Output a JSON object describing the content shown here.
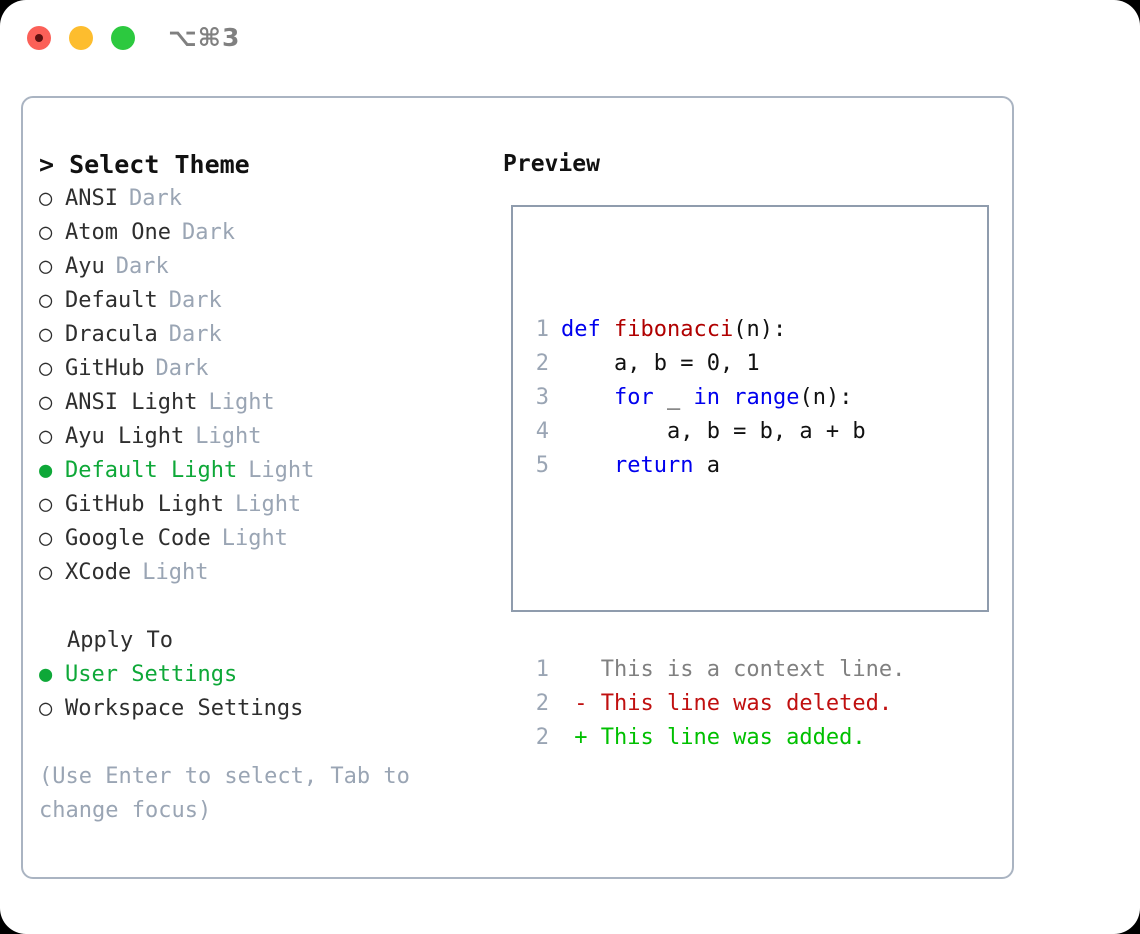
{
  "titlebar": {
    "shortcut": "⌥⌘3",
    "buttons": [
      "close",
      "minimize",
      "maximize"
    ],
    "colors": {
      "red": "#fb6058",
      "yellow": "#fdbd2e",
      "green": "#2cc93f"
    }
  },
  "colors": {
    "accent_green": "#0ea838",
    "muted": "#9aa5b4",
    "text": "#2e2e2e",
    "border": "#aab4c2",
    "keyword": "#0000ee",
    "function": "#b00000",
    "diff_add": "#00c000",
    "diff_del": "#c01010",
    "diff_ctx": "#808080"
  },
  "theme_list": {
    "header": "> Select Theme",
    "items": [
      {
        "marker": "○",
        "name": "ANSI",
        "tag": "Dark",
        "selected": false
      },
      {
        "marker": "○",
        "name": "Atom One",
        "tag": "Dark",
        "selected": false
      },
      {
        "marker": "○",
        "name": "Ayu",
        "tag": "Dark",
        "selected": false
      },
      {
        "marker": "○",
        "name": "Default",
        "tag": "Dark",
        "selected": false
      },
      {
        "marker": "○",
        "name": "Dracula",
        "tag": "Dark",
        "selected": false
      },
      {
        "marker": "○",
        "name": "GitHub",
        "tag": "Dark",
        "selected": false
      },
      {
        "marker": "○",
        "name": "ANSI Light",
        "tag": "Light",
        "selected": false
      },
      {
        "marker": "○",
        "name": "Ayu Light",
        "tag": "Light",
        "selected": false
      },
      {
        "marker": "●",
        "name": "Default Light",
        "tag": "Light",
        "selected": true
      },
      {
        "marker": "○",
        "name": "GitHub Light",
        "tag": "Light",
        "selected": false
      },
      {
        "marker": "○",
        "name": "Google Code",
        "tag": "Light",
        "selected": false
      },
      {
        "marker": "○",
        "name": "XCode",
        "tag": "Light",
        "selected": false
      }
    ]
  },
  "apply_to": {
    "header": "Apply To",
    "options": [
      {
        "marker": "●",
        "label": "User Settings",
        "selected": true
      },
      {
        "marker": "○",
        "label": "Workspace Settings",
        "selected": false
      }
    ]
  },
  "hint": "(Use Enter to select, Tab to change focus)",
  "preview": {
    "title": "Preview",
    "code_lines": [
      {
        "number": "1",
        "tokens": [
          {
            "t": "def ",
            "c": "kw"
          },
          {
            "t": "fibonacci",
            "c": "fn"
          },
          {
            "t": "(n):",
            "c": "txt"
          }
        ]
      },
      {
        "number": "2",
        "tokens": [
          {
            "t": "    a, b = 0, 1",
            "c": "txt"
          }
        ]
      },
      {
        "number": "3",
        "tokens": [
          {
            "t": "    ",
            "c": "txt"
          },
          {
            "t": "for",
            "c": "kw"
          },
          {
            "t": " _ ",
            "c": "txt"
          },
          {
            "t": "in",
            "c": "kw"
          },
          {
            "t": " ",
            "c": "txt"
          },
          {
            "t": "range",
            "c": "kw"
          },
          {
            "t": "(n):",
            "c": "txt"
          }
        ]
      },
      {
        "number": "4",
        "tokens": [
          {
            "t": "        a, b = b, a + b",
            "c": "txt"
          }
        ]
      },
      {
        "number": "5",
        "tokens": [
          {
            "t": "    ",
            "c": "txt"
          },
          {
            "t": "return",
            "c": "kw"
          },
          {
            "t": " a",
            "c": "txt"
          }
        ]
      }
    ],
    "diff_lines": [
      {
        "number": "1",
        "text": "   This is a context line.",
        "kind": "ctx"
      },
      {
        "number": "2",
        "text": " - This line was deleted.",
        "kind": "del"
      },
      {
        "number": "2",
        "text": " + This line was added.",
        "kind": "add"
      }
    ]
  }
}
